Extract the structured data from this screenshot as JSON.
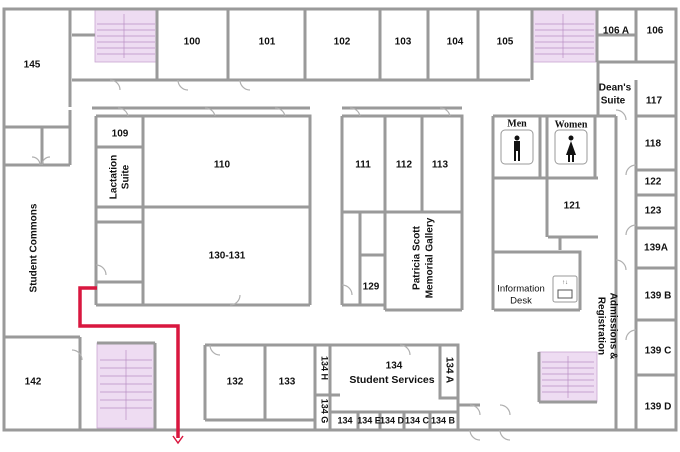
{
  "map": {
    "rooms": {
      "r145": "145",
      "r100": "100",
      "r101": "101",
      "r102": "102",
      "r103": "103",
      "r104": "104",
      "r105": "105",
      "r106a": "106 A",
      "r106": "106",
      "deans1": "Dean's",
      "deans2": "Suite",
      "r117": "117",
      "r118": "118",
      "r122": "122",
      "r123": "123",
      "r139a": "139A",
      "r139b": "139 B",
      "r139c": "139 C",
      "r139d": "139 D",
      "r109": "109",
      "lact1": "Lactation",
      "lact2": "Suite",
      "r110": "110",
      "r130": "130-131",
      "r111": "111",
      "r112": "112",
      "r113": "113",
      "gal1": "Patricia Scott",
      "gal2": "Memorial Gallery",
      "r129": "129",
      "men": "Men",
      "women": "Women",
      "r121": "121",
      "info1": "Information",
      "info2": "Desk",
      "adm1": "Admissions &",
      "adm2": "Registration",
      "commons": "Student Commons",
      "r142": "142",
      "r132": "132",
      "r133": "133",
      "r134": "134",
      "ss": "Student Services",
      "r134a": "134 A",
      "r134h": "134 H",
      "r134g": "134 G",
      "r134x": "134",
      "r134e": "134 E",
      "r134d": "134 D",
      "r134c": "134 C",
      "r134b": "134 B"
    },
    "route_color": "#d9173f",
    "stair_color": "#eedcf2",
    "wall_color": "#9a9a9a"
  }
}
